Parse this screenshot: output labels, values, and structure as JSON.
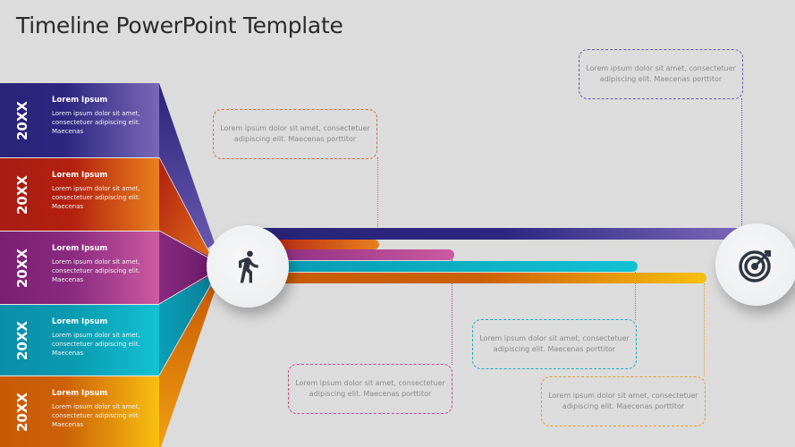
{
  "title": "Timeline PowerPoint Template",
  "bands": [
    {
      "year": "20XX",
      "heading": "Lorem Ipsum",
      "text": "Lorem ipsum dolor sit amet, consectetuer adipiscing elit. Maecenas",
      "color_dark": "#2a2478",
      "color_light": "#7a68b8"
    },
    {
      "year": "20XX",
      "heading": "Lorem Ipsum",
      "text": "Lorem ipsum dolor sit amet, consectetuer adipiscing elit. Maecenas",
      "color_dark": "#b01e12",
      "color_light": "#e8801e"
    },
    {
      "year": "20XX",
      "heading": "Lorem Ipsum",
      "text": "Lorem ipsum dolor sit amet, consectetuer adipiscing elit. Maecenas",
      "color_dark": "#7b1f74",
      "color_light": "#cc5aa0"
    },
    {
      "year": "20XX",
      "heading": "Lorem Ipsum",
      "text": "Lorem ipsum dolor sit amet, consectetuer adipiscing elit. Maecenas",
      "color_dark": "#0a8fa8",
      "color_light": "#12c2d2"
    },
    {
      "year": "20XX",
      "heading": "Lorem Ipsum",
      "text": "Lorem ipsum dolor sit amet, consectetuer adipiscing elit. Maecenas",
      "color_dark": "#c85a06",
      "color_light": "#f8c010"
    }
  ],
  "callouts": [
    {
      "text": "Lorem ipsum dolor sit amet, consectetuer adipiscing elit. Maecenas porttitor",
      "color": "#d06a4a"
    },
    {
      "text": "Lorem ipsum dolor sit amet, consectetuer adipiscing elit. Maecenas porttitor",
      "color": "#6a5aa8"
    },
    {
      "text": "Lorem ipsum dolor sit amet, consectetuer adipiscing elit. Maecenas porttitor",
      "color": "#c04890"
    },
    {
      "text": "Lorem ipsum dolor sit amet, consectetuer adipiscing elit. Maecenas porttitor",
      "color": "#20aabe"
    },
    {
      "text": "Lorem ipsum dolor sit amet, consectetuer adipiscing elit. Maecenas porttitor",
      "color": "#e0a030"
    }
  ],
  "icons": {
    "start": "running-person-icon",
    "end": "target-icon"
  }
}
